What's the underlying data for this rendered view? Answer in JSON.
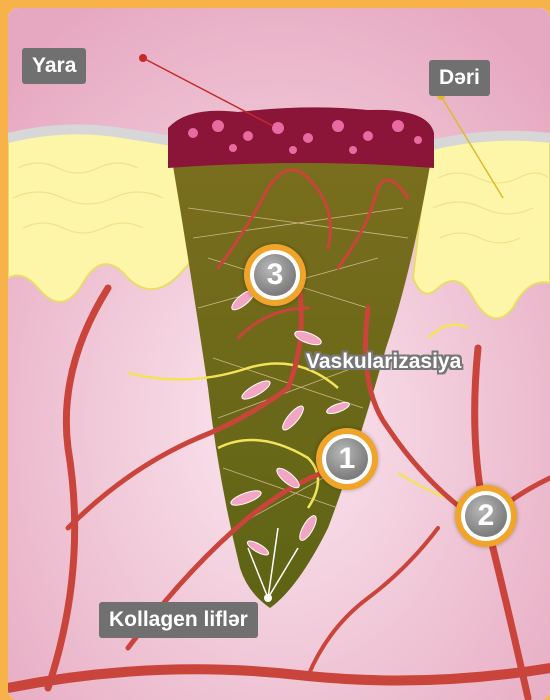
{
  "labels": {
    "wound": "Yara",
    "skin": "Dəri",
    "vascularization": "Vaskularizasiya",
    "collagen": "Kollagen liflər"
  },
  "badges": [
    "1",
    "2",
    "3"
  ],
  "colors": {
    "frame": "#f7b24a",
    "fat": "#fdf6a8",
    "dermis": "#efc3d4",
    "wound_bed": "#6e6a1c",
    "vessel": "#c9443a",
    "scab": "#8b1538",
    "badge_ring": "#f1a42a",
    "label_bg": "#707070"
  }
}
